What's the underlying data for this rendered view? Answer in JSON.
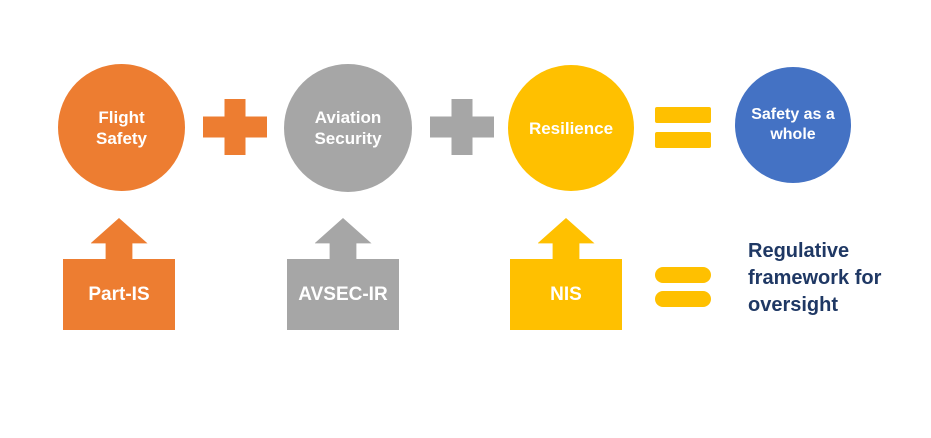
{
  "diagram": {
    "title": "Aviation safety equation diagram"
  },
  "colors": {
    "flight_safety": "#ED7D31",
    "aviation_security": "#A6A6A6",
    "resilience": "#FFC000",
    "safety_as_a_whole": "#4472C4",
    "result_text": "#1F3864",
    "background": "#FFFFFF",
    "shape_text": "#FFFFFF"
  },
  "icons": {
    "plus": "plus-icon",
    "equals": "equals-icon",
    "arrow_up": "arrow-up-icon"
  },
  "equation_row": {
    "terms": [
      {
        "label": "Flight Safety",
        "color": "#ED7D31"
      },
      {
        "label": "Aviation Security",
        "color": "#A6A6A6"
      },
      {
        "label": "Resilience",
        "color": "#FFC000"
      }
    ],
    "result": {
      "label": "Safety as a whole",
      "color": "#4472C4"
    }
  },
  "regulation_row": {
    "boxes": [
      {
        "label": "Part-IS",
        "color": "#ED7D31"
      },
      {
        "label": "AVSEC-IR",
        "color": "#A6A6A6"
      },
      {
        "label": "NIS",
        "color": "#FFC000"
      }
    ],
    "result": {
      "label": "Regulative framework for oversight"
    }
  }
}
